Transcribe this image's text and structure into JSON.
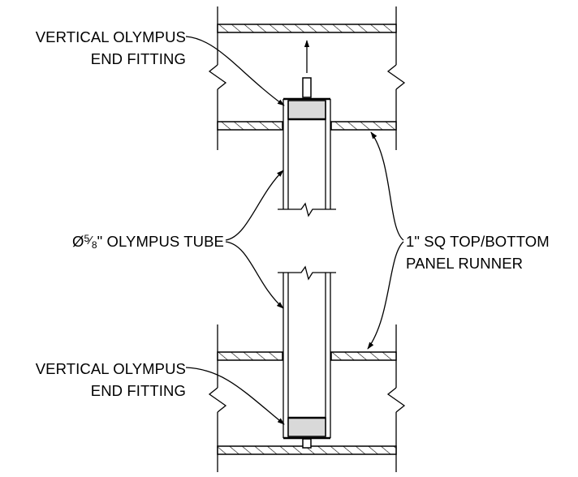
{
  "labels": {
    "top_fitting_line1": "VERTICAL OLYMPUS",
    "top_fitting_line2": "END FITTING",
    "bottom_fitting_line1": "VERTICAL OLYMPUS",
    "bottom_fitting_line2": "END FITTING",
    "tube_prefix": "Ø",
    "tube_num": "5",
    "tube_den": "8",
    "tube_suffix": "\" OLYMPUS TUBE",
    "runner_line1": "1\" SQ TOP/BOTTOM",
    "runner_line2": "PANEL RUNNER"
  },
  "colors": {
    "line": "#000000",
    "fitting_fill": "#d9d9d9",
    "background": "#ffffff"
  }
}
